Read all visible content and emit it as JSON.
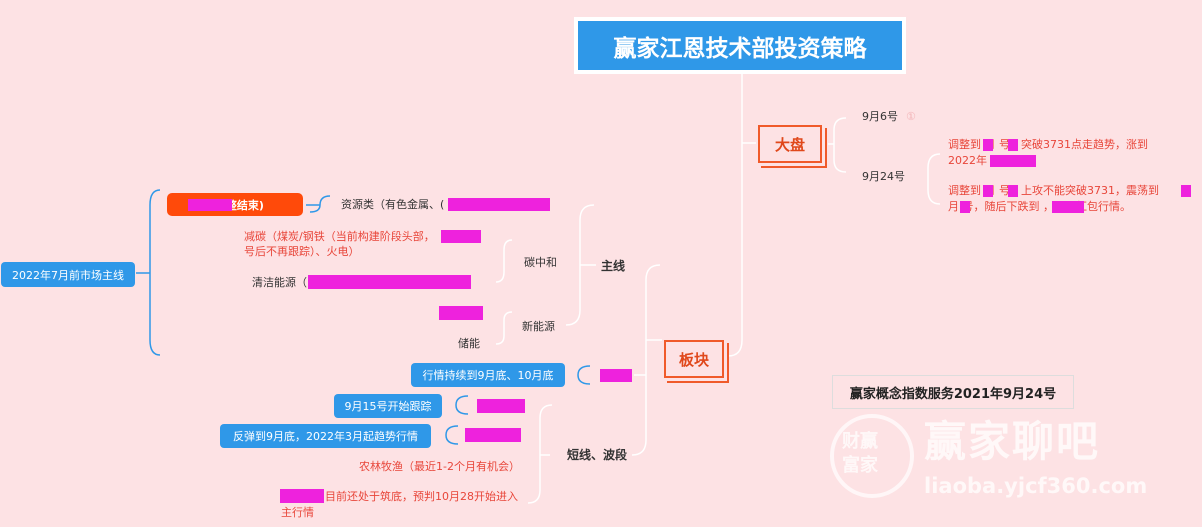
{
  "title": "赢家江恩技术部投资策略",
  "dapan": {
    "label": "大盘",
    "date1": "9月6号",
    "date1_mark": "①",
    "date2": "9月24号",
    "note1_line1": "调整到  月  号，突破3731点走趋势，涨到",
    "note1_line2": "2022年         。",
    "note2_line1": "调整到  月  号，上攻不能突破3731，震荡到",
    "note2_line2": "月  号，随后下跌到       ，展开红包行情。"
  },
  "bankuai": {
    "label": "板块",
    "zhuxian": {
      "label": "主线",
      "main_node": "2022年7月前市场主线",
      "ziyuan": {
        "pill": "(         调整结束)",
        "text": "资源类（有色金属、(                                       )"
      },
      "tanzhonghe": {
        "label": "碳中和",
        "jiantan_line1": "减碳（煤炭/钢铁（当前构建阶段头部，",
        "jiantan_line2": "号后不再跟踪）、火电）",
        "qingjie": "清洁能源（                                                        ）"
      },
      "xinnengyuan": {
        "label": "新能源",
        "chuneng": "储能"
      }
    },
    "continue_pill": "行情持续到9月底、10月底",
    "duanxian": {
      "label": "短线、波段",
      "pill1": "9月15号开始跟踪",
      "pill2": "反弹到9月底，2022年3月起趋势行情",
      "item3": "农林牧渔（最近1-2个月有机会）",
      "item4_line1": "目前还处于筑底，预判10月28开始进入",
      "item4_line2": "主行情"
    }
  },
  "service_label": "赢家概念指数服务2021年9月24号",
  "watermark": {
    "logo_top": "财赢",
    "logo_bottom": "富家",
    "text": "赢家聊吧",
    "url": "liaoba.yjcf360.com"
  }
}
